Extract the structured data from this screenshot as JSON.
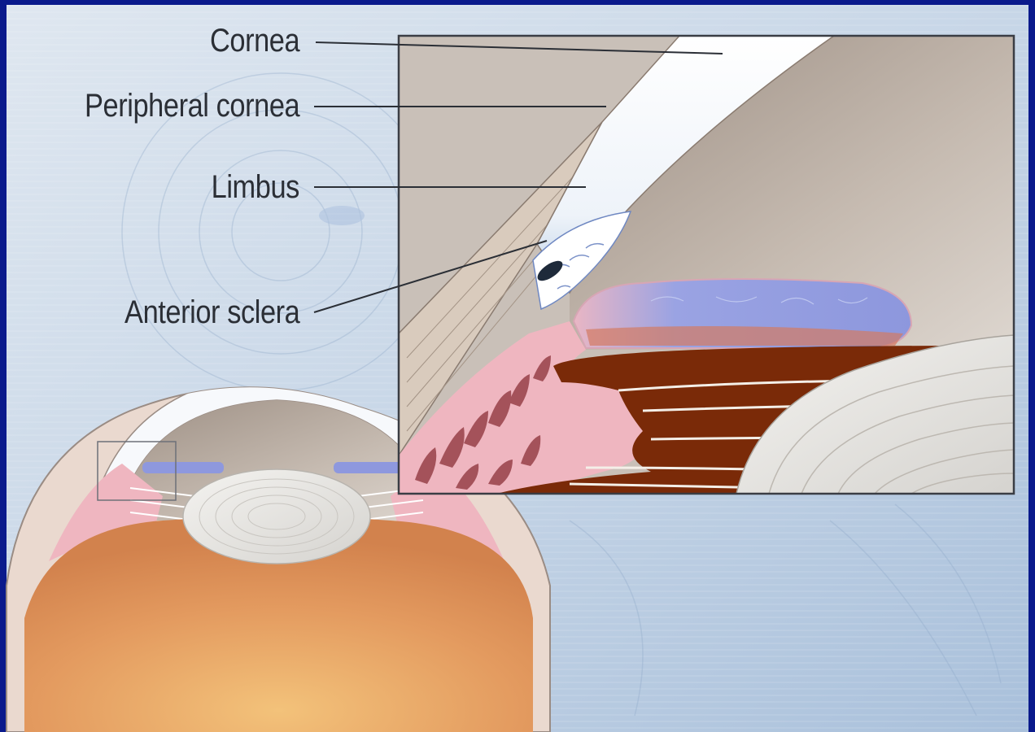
{
  "diagram": {
    "labels": {
      "cornea": "Cornea",
      "peripheral_cornea": "Peripheral cornea",
      "limbus": "Limbus",
      "anterior_sclera": "Anterior sclera"
    },
    "colors": {
      "frame": "#0a1a8c",
      "background": "#c9d8e8",
      "cornea": "#f4f7fb",
      "anterior_chamber": "#b9aca1",
      "iris": "#8e98de",
      "ciliary_muscle": "#7a2a08",
      "sclera_pink": "#efb6c0",
      "vitreous": "#e29a5c",
      "lens": "#ecebe8",
      "leader_line": "#2b2f36"
    }
  }
}
